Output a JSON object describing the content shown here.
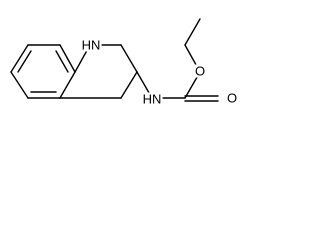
{
  "structure": {
    "atom_labels": {
      "ring_nh": "H​N",
      "amide_nh": "H​N",
      "ester_o": "O",
      "carbonyl_o": "O"
    }
  },
  "colors": {
    "bond": "#000000",
    "label": "#000000",
    "background": "#ffffff"
  }
}
